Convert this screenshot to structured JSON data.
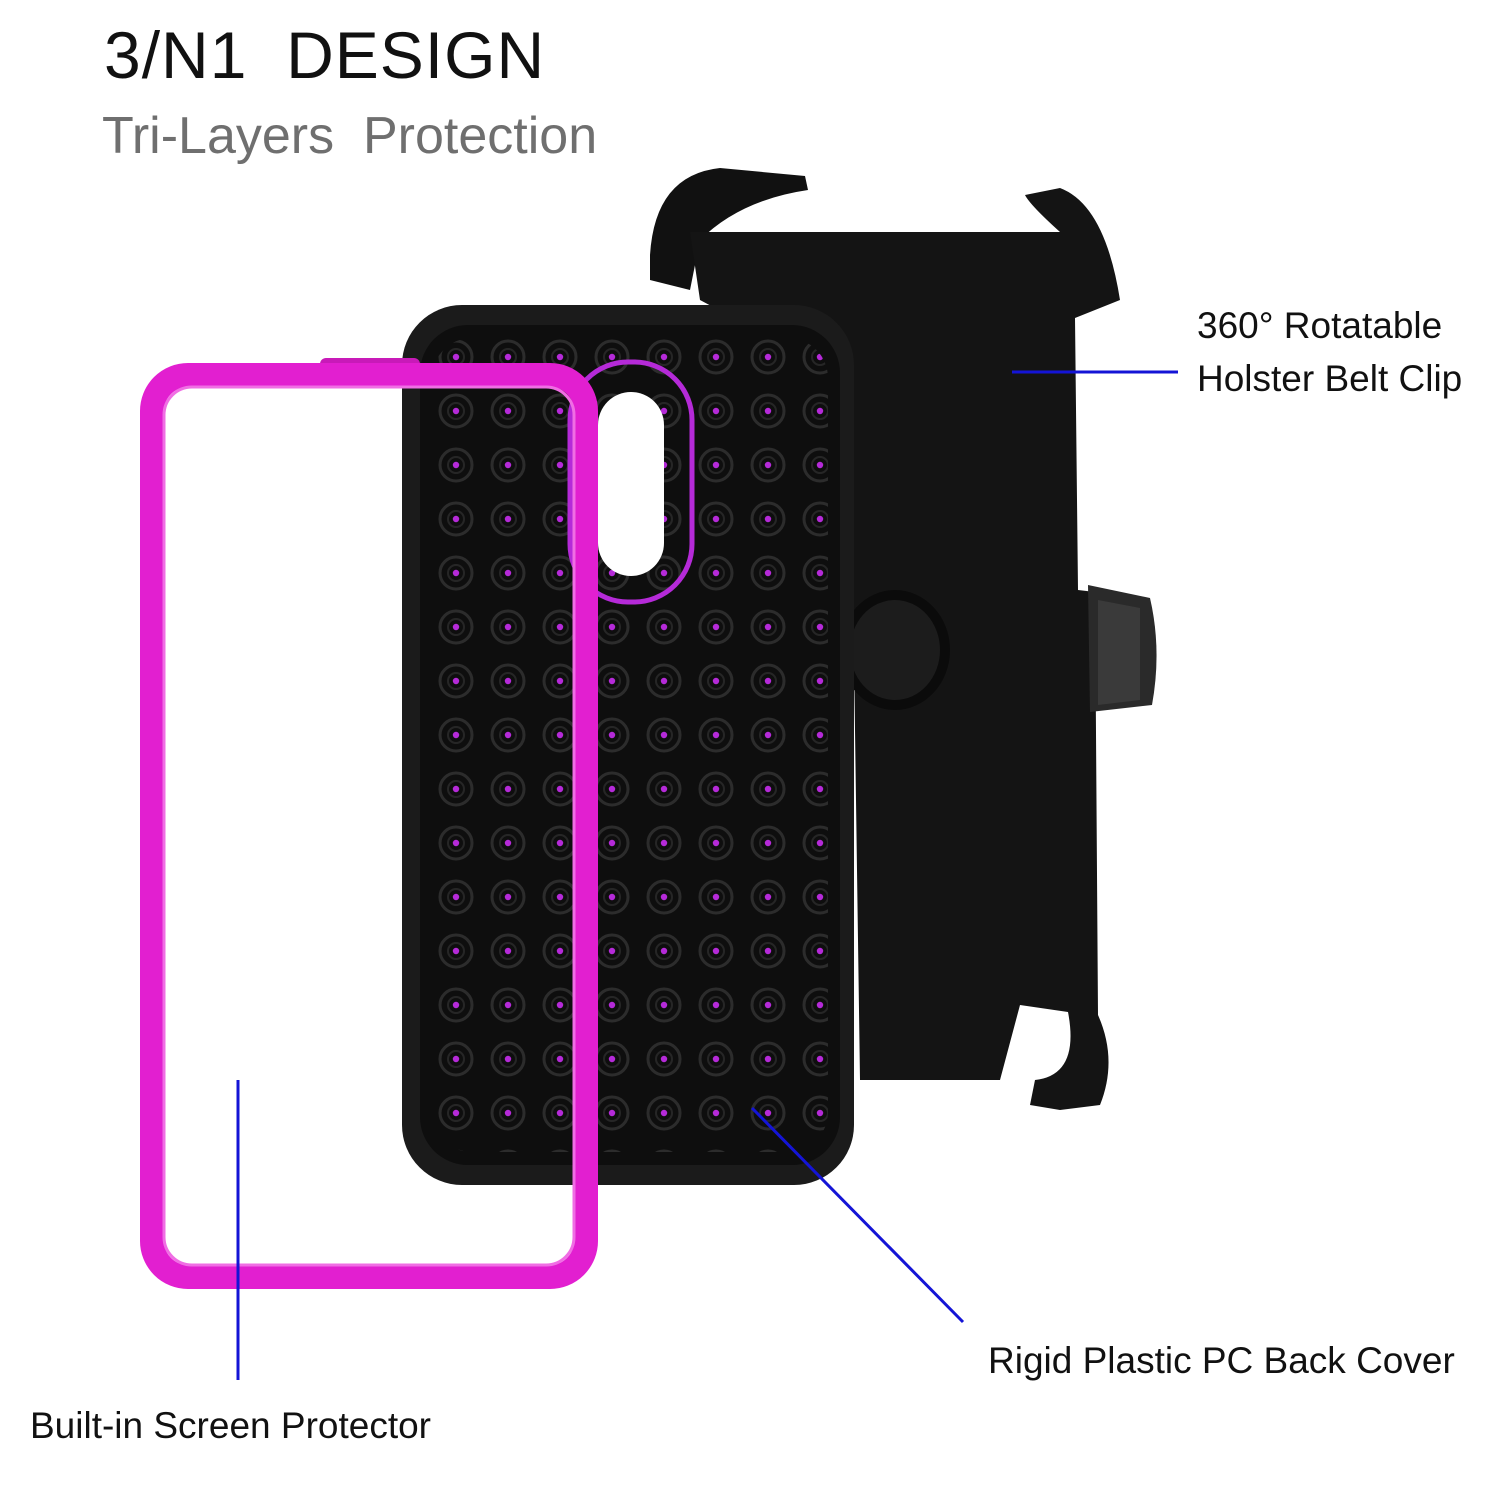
{
  "header": {
    "title": "3/N1  DESIGN",
    "subtitle": "Tri-Layers  Protection"
  },
  "callouts": {
    "clip_line1": "360° Rotatable",
    "clip_line2": "Holster Belt Clip",
    "back_cover": "Rigid Plastic PC Back Cover",
    "screen_protector": "Built-in Screen Protector"
  },
  "colors": {
    "pointer": "#1414d6",
    "frame": "#e21fd0",
    "case": "#161616",
    "accent_dots": "#b52ad8"
  }
}
